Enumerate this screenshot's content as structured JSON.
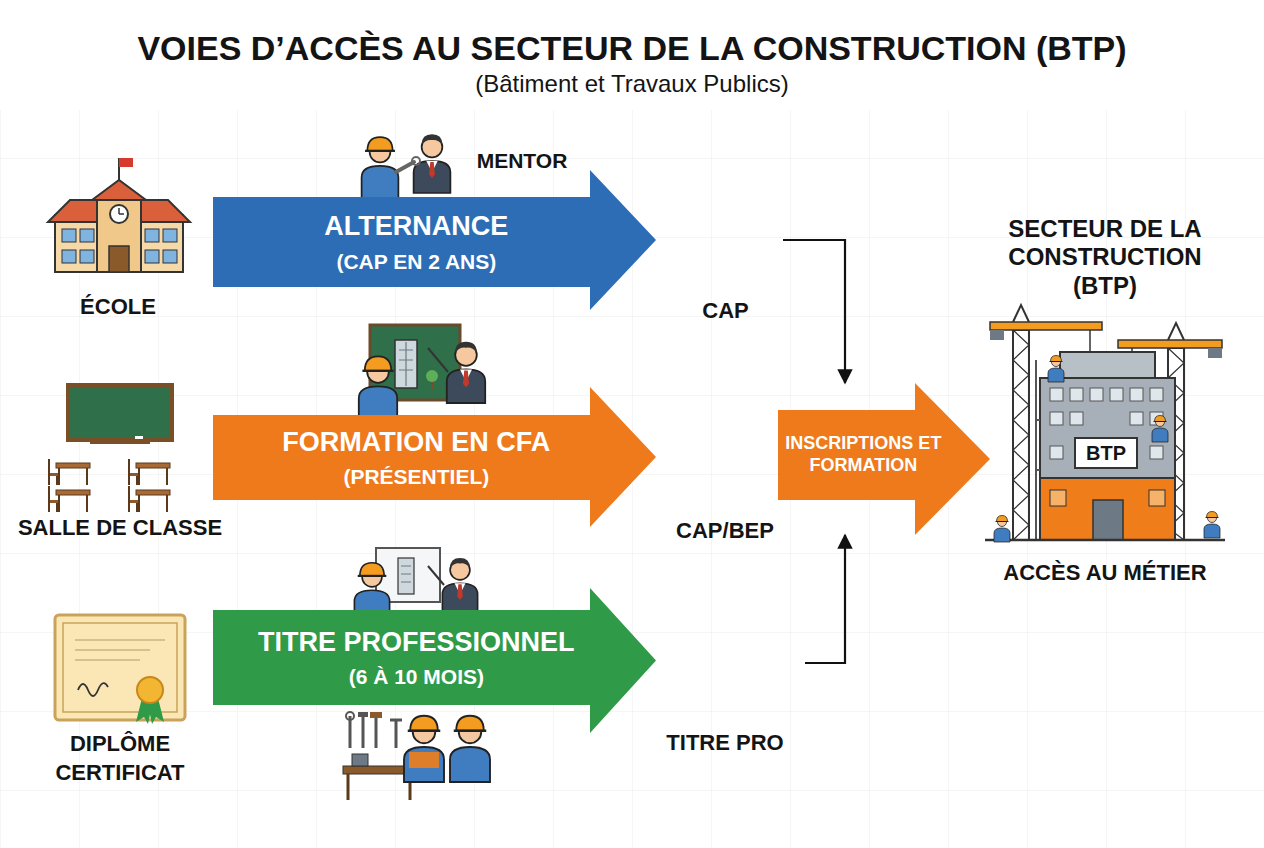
{
  "diagram": {
    "title": "VOIES D’ACCÈS AU SECTEUR DE LA CONSTRUCTION (BTP)",
    "nodes": [
      {
        "text": [
          "ÉCOLE"
        ]
      },
      {
        "text": [
          "ALTERNANCE",
          "(CAP EN 2 ANS)"
        ]
      },
      {
        "text": [
          "CAP"
        ]
      },
      {
        "text": [
          "SECTEUR DE LA CONSTRUCTION (BTP)",
          "BTP",
          "ACCÈS AU MÉTIER"
        ]
      },
      {
        "text": [
          "SALLE DE CLASSE"
        ]
      },
      {
        "text": [
          "FORMATION EN CFA",
          "(PRÉSENTIEL)"
        ]
      },
      {
        "text": [
          "CAP/BEP"
        ]
      },
      {
        "text": [
          "INSCRIPTIONS ET FORMATION"
        ]
      },
      {
        "text": [
          "DIPLÔME CERTIFICAT"
        ]
      },
      {
        "text": [
          "TITRE PROFESSIONNEL",
          "(6 À 10 MOIS)"
        ]
      },
      {
        "text": [
          "TITRE PRO"
        ]
      }
    ],
    "edges": [
      {
        "from": 2,
        "to": 7,
        "arrow": "to"
      },
      {
        "from": 10,
        "to": 7,
        "arrow": "to"
      }
    ],
    "labels": [
      "(Bâtiment et Travaux Publics)",
      "MENTOR"
    ]
  }
}
